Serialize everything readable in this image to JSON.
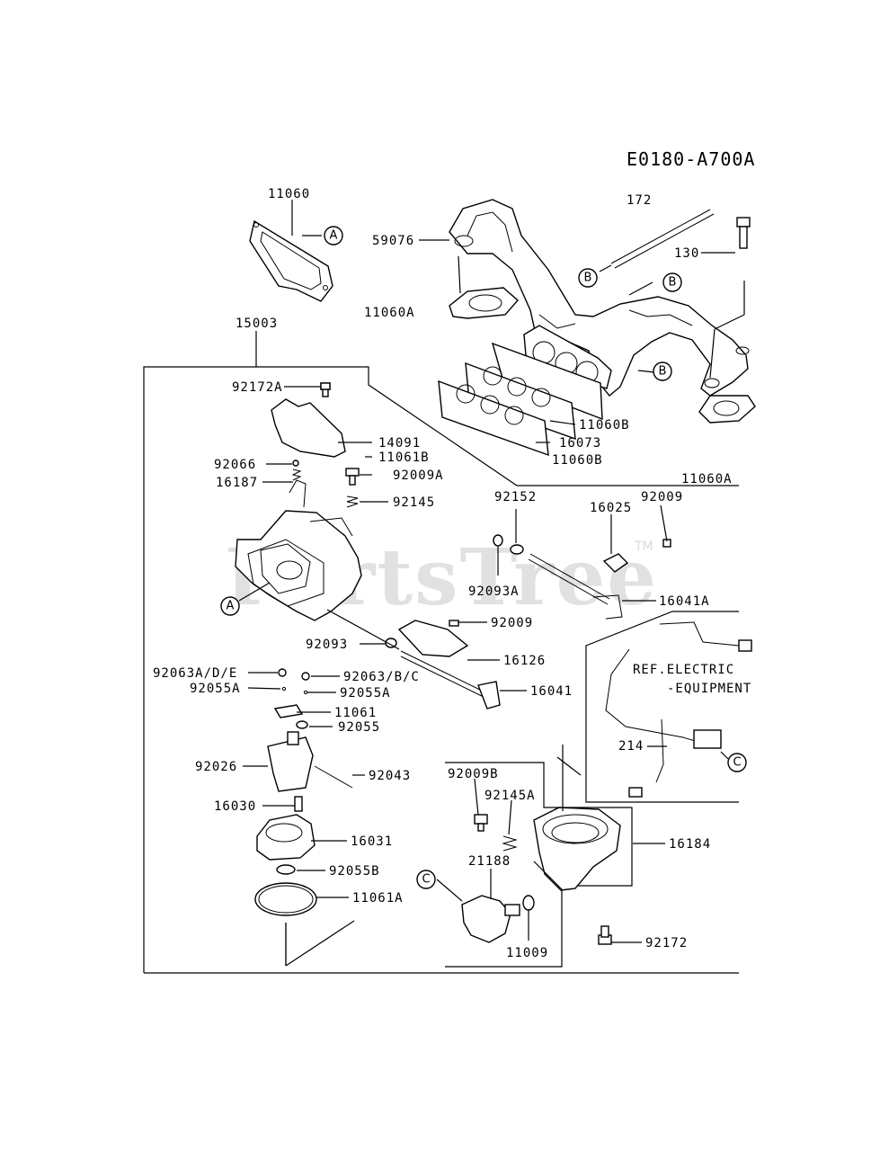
{
  "diagram_code": "E0180-A700A",
  "watermark": "PartsTree",
  "watermark_tm": "TM",
  "callouts": {
    "a": "A",
    "b": "B",
    "c": "C"
  },
  "parts": {
    "p11060": "11060",
    "p172": "172",
    "p59076": "59076",
    "p130": "130",
    "p11060A_left": "11060A",
    "p15003": "15003",
    "p92172A": "92172A",
    "p11060B_1": "11060B",
    "p14091": "14091",
    "p16073": "16073",
    "p11061B": "11061B",
    "p11060B_2": "11060B",
    "p92066": "92066",
    "p11060A_right": "11060A",
    "p92009A": "92009A",
    "p16187": "16187",
    "p92145": "92145",
    "p92152": "92152",
    "p92009_top": "92009",
    "p16025": "16025",
    "p92093A": "92093A",
    "p16041A": "16041A",
    "p92009_mid": "92009",
    "p92093": "92093",
    "p16126": "16126",
    "p92063ADE": "92063A/D/E",
    "p92063BC": "92063/B/C",
    "p92055A_left": "92055A",
    "p92055A_right": "92055A",
    "p16041": "16041",
    "p11061": "11061",
    "p92055": "92055",
    "p92026": "92026",
    "p92043": "92043",
    "p92009B": "92009B",
    "p214": "214",
    "p92145A": "92145A",
    "p16030": "16030",
    "p16031": "16031",
    "p16184": "16184",
    "p21188": "21188",
    "p92055B": "92055B",
    "p11061A": "11061A",
    "p11009": "11009",
    "p92172": "92172"
  },
  "reference": {
    "line1": "REF.ELECTRIC",
    "line2": "-EQUIPMENT"
  }
}
